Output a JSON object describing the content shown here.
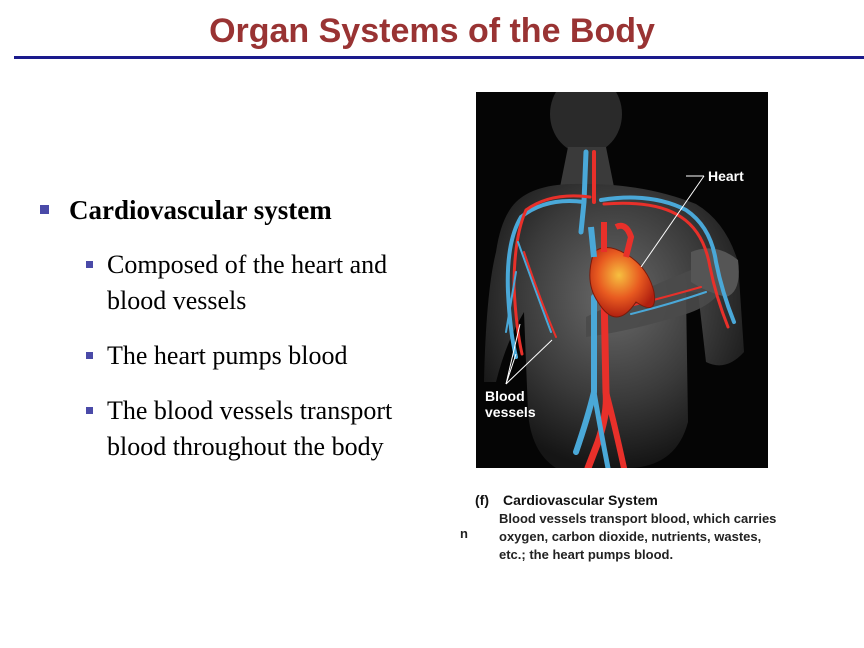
{
  "slide": {
    "title": "Organ Systems of the Body",
    "bullets": [
      {
        "text": "Cardiovascular system",
        "sub": [
          "Composed of the heart and blood vessels",
          "The heart pumps blood",
          "The blood vessels transport blood throughout the body"
        ]
      }
    ]
  },
  "figure": {
    "labels": {
      "heart": "Heart",
      "vessels_line1": "Blood",
      "vessels_line2": "vessels"
    },
    "caption": {
      "letter": "(f)",
      "title": "Cardiovascular System",
      "body": "Blood vessels transport blood, which carries oxygen, carbon dioxide, nutrients, wastes, etc.; the heart pumps blood.",
      "fragment": "n"
    }
  },
  "colors": {
    "title": "#993333",
    "rule": "#1a1a8c",
    "bullet": "#4a4aa8",
    "artery": "#e8302a",
    "vein": "#4aa8d8"
  }
}
